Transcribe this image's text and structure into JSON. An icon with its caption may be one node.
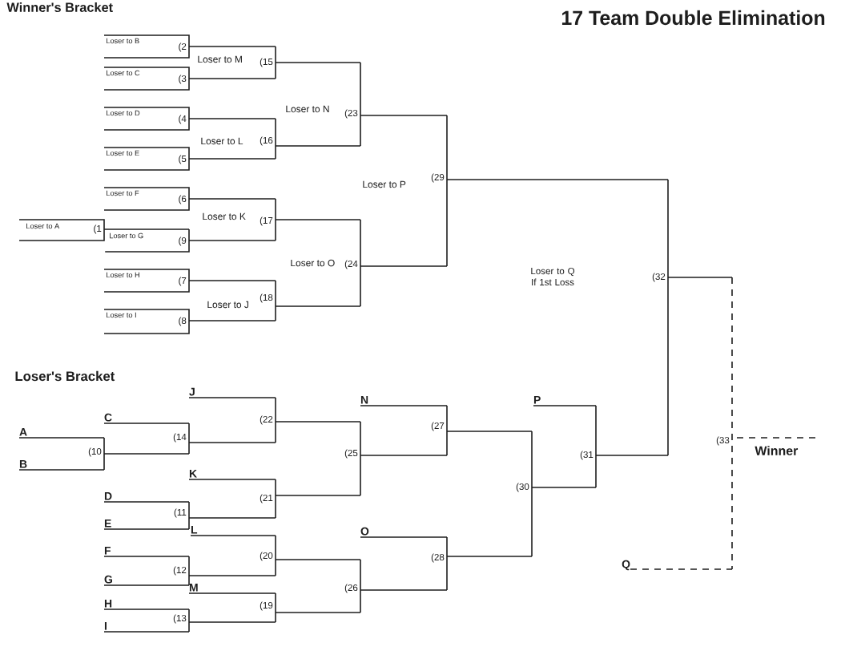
{
  "diagram": {
    "title": "17 Team Double Elimination",
    "nodes": [
      {
        "text": [
          "Loser to A",
          "(1"
        ]
      },
      {
        "text": [
          "Loser to B",
          "(2"
        ]
      },
      {
        "text": [
          "Loser to C",
          "(3"
        ]
      },
      {
        "text": [
          "Loser to D",
          "(4"
        ]
      },
      {
        "text": [
          "Loser to E",
          "(5"
        ]
      },
      {
        "text": [
          "Loser to F",
          "(6"
        ]
      },
      {
        "text": [
          "Loser to H",
          "(7"
        ]
      },
      {
        "text": [
          "Loser to I",
          "(8"
        ]
      },
      {
        "text": [
          "Loser to G",
          "(9"
        ]
      },
      {
        "text": [
          "(10"
        ]
      },
      {
        "text": [
          "(11"
        ]
      },
      {
        "text": [
          "(12"
        ]
      },
      {
        "text": [
          "(13"
        ]
      },
      {
        "text": [
          "(14"
        ]
      },
      {
        "text": [
          "Loser to M",
          "(15"
        ]
      },
      {
        "text": [
          "Loser to L",
          "(16"
        ]
      },
      {
        "text": [
          "Loser to K",
          "(17"
        ]
      },
      {
        "text": [
          "Loser to J",
          "(18"
        ]
      },
      {
        "text": [
          "(19"
        ]
      },
      {
        "text": [
          "(20"
        ]
      },
      {
        "text": [
          "(21"
        ]
      },
      {
        "text": [
          "(22"
        ]
      },
      {
        "text": [
          "Loser to N",
          "(23"
        ]
      },
      {
        "text": [
          "Loser to O",
          "(24"
        ]
      },
      {
        "text": [
          "(25"
        ]
      },
      {
        "text": [
          "(26"
        ]
      },
      {
        "text": [
          "(27"
        ]
      },
      {
        "text": [
          "(28"
        ]
      },
      {
        "text": [
          "Loser to P",
          "(29"
        ]
      },
      {
        "text": [
          "(30"
        ]
      },
      {
        "text": [
          "(31"
        ]
      },
      {
        "text": [
          "(32"
        ]
      },
      {
        "text": [
          "(33"
        ]
      },
      {
        "text": [
          "A"
        ]
      },
      {
        "text": [
          "B"
        ]
      },
      {
        "text": [
          "C"
        ]
      },
      {
        "text": [
          "D"
        ]
      },
      {
        "text": [
          "E"
        ]
      },
      {
        "text": [
          "F"
        ]
      },
      {
        "text": [
          "G"
        ]
      },
      {
        "text": [
          "H"
        ]
      },
      {
        "text": [
          "I"
        ]
      },
      {
        "text": [
          "J"
        ]
      },
      {
        "text": [
          "K"
        ]
      },
      {
        "text": [
          "L"
        ]
      },
      {
        "text": [
          "M"
        ]
      },
      {
        "text": [
          "N"
        ]
      },
      {
        "text": [
          "O"
        ]
      },
      {
        "text": [
          "P"
        ]
      },
      {
        "text": [
          "Q"
        ]
      }
    ],
    "edges": [
      {
        "from": 1,
        "to": 14,
        "arrow": "none"
      },
      {
        "from": 2,
        "to": 14,
        "arrow": "none"
      },
      {
        "from": 3,
        "to": 15,
        "arrow": "none"
      },
      {
        "from": 4,
        "to": 15,
        "arrow": "none"
      },
      {
        "from": 0,
        "to": 8,
        "arrow": "none"
      },
      {
        "from": 5,
        "to": 16,
        "arrow": "none"
      },
      {
        "from": 8,
        "to": 16,
        "arrow": "none"
      },
      {
        "from": 6,
        "to": 17,
        "arrow": "none"
      },
      {
        "from": 7,
        "to": 17,
        "arrow": "none"
      },
      {
        "from": 14,
        "to": 22,
        "arrow": "none"
      },
      {
        "from": 15,
        "to": 22,
        "arrow": "none"
      },
      {
        "from": 16,
        "to": 23,
        "arrow": "none"
      },
      {
        "from": 17,
        "to": 23,
        "arrow": "none"
      },
      {
        "from": 22,
        "to": 28,
        "arrow": "none"
      },
      {
        "from": 23,
        "to": 28,
        "arrow": "none"
      },
      {
        "from": 28,
        "to": 31,
        "arrow": "none"
      },
      {
        "from": 31,
        "to": 32,
        "arrow": "none"
      },
      {
        "from": 33,
        "to": 9,
        "arrow": "none"
      },
      {
        "from": 34,
        "to": 9,
        "arrow": "none"
      },
      {
        "from": 35,
        "to": 13,
        "arrow": "none"
      },
      {
        "from": 9,
        "to": 13,
        "arrow": "none"
      },
      {
        "from": 42,
        "to": 21,
        "arrow": "none"
      },
      {
        "from": 13,
        "to": 21,
        "arrow": "none"
      },
      {
        "from": 36,
        "to": 10,
        "arrow": "none"
      },
      {
        "from": 37,
        "to": 10,
        "arrow": "none"
      },
      {
        "from": 43,
        "to": 20,
        "arrow": "none"
      },
      {
        "from": 10,
        "to": 20,
        "arrow": "none"
      },
      {
        "from": 38,
        "to": 11,
        "arrow": "none"
      },
      {
        "from": 39,
        "to": 11,
        "arrow": "none"
      },
      {
        "from": 44,
        "to": 19,
        "arrow": "none"
      },
      {
        "from": 11,
        "to": 19,
        "arrow": "none"
      },
      {
        "from": 40,
        "to": 12,
        "arrow": "none"
      },
      {
        "from": 41,
        "to": 12,
        "arrow": "none"
      },
      {
        "from": 45,
        "to": 18,
        "arrow": "none"
      },
      {
        "from": 12,
        "to": 18,
        "arrow": "none"
      },
      {
        "from": 21,
        "to": 24,
        "arrow": "none"
      },
      {
        "from": 20,
        "to": 24,
        "arrow": "none"
      },
      {
        "from": 19,
        "to": 25,
        "arrow": "none"
      },
      {
        "from": 18,
        "to": 25,
        "arrow": "none"
      },
      {
        "from": 46,
        "to": 26,
        "arrow": "none"
      },
      {
        "from": 24,
        "to": 26,
        "arrow": "none"
      },
      {
        "from": 47,
        "to": 27,
        "arrow": "none"
      },
      {
        "from": 25,
        "to": 27,
        "arrow": "none"
      },
      {
        "from": 26,
        "to": 29,
        "arrow": "none"
      },
      {
        "from": 27,
        "to": 29,
        "arrow": "none"
      },
      {
        "from": 48,
        "to": 30,
        "arrow": "none"
      },
      {
        "from": 29,
        "to": 30,
        "arrow": "none"
      },
      {
        "from": 30,
        "to": 31,
        "arrow": "none"
      },
      {
        "from": 49,
        "to": 32,
        "arrow": "none",
        "style": "dashed"
      }
    ],
    "labels": [
      "Winner's Bracket",
      "Loser to Q If 1st Loss",
      "Loser's Bracket",
      "Winner"
    ]
  }
}
